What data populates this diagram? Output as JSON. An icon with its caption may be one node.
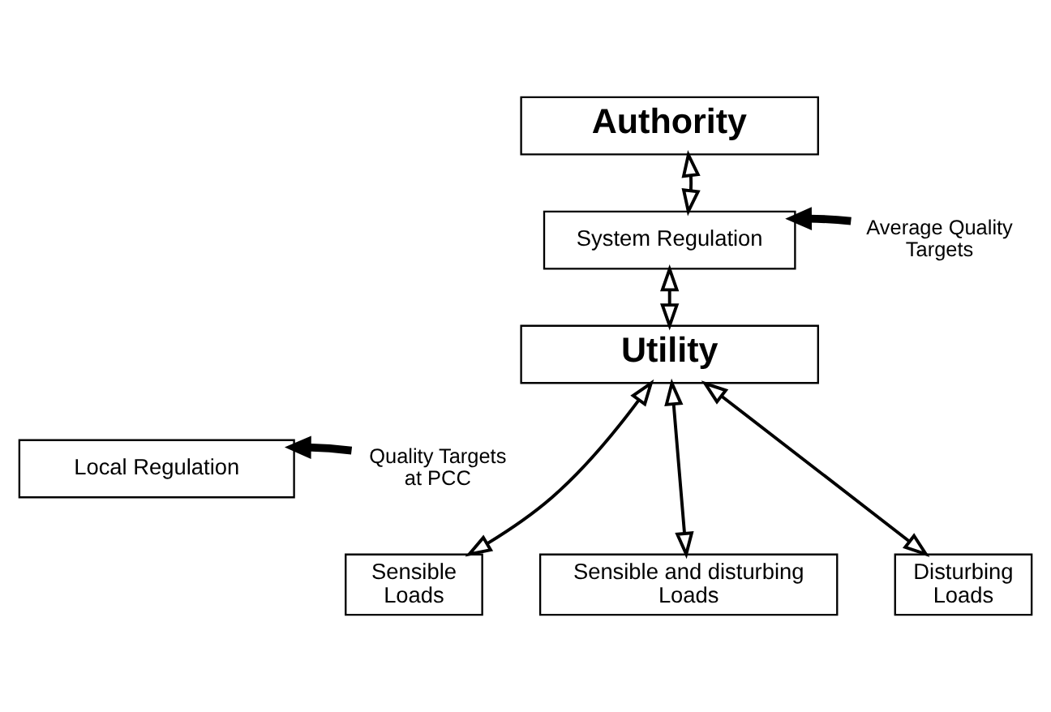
{
  "diagram": {
    "nodes": [
      {
        "text": [
          "Authority"
        ]
      },
      {
        "text": [
          "System Regulation"
        ]
      },
      {
        "text": [
          "Utility"
        ]
      },
      {
        "text": [
          "Local Regulation"
        ]
      },
      {
        "text": [
          "Sensible Loads"
        ]
      },
      {
        "text": [
          "Sensible and disturbing Loads"
        ]
      },
      {
        "text": [
          "Disturbing Loads"
        ]
      },
      {
        "text": [
          "Average Quality Targets"
        ]
      },
      {
        "text": [
          "Quality Targets at PCC"
        ]
      }
    ],
    "edges": [
      {
        "from": 1,
        "to": 0,
        "arrow": "both"
      },
      {
        "from": 1,
        "to": 2,
        "arrow": "both"
      },
      {
        "from": 2,
        "to": 4,
        "arrow": "both"
      },
      {
        "from": 2,
        "to": 5,
        "arrow": "both"
      },
      {
        "from": 2,
        "to": 6,
        "arrow": "both"
      },
      {
        "from": 7,
        "to": 1,
        "arrow": "to",
        "style": "thick"
      },
      {
        "from": 8,
        "to": 3,
        "arrow": "to",
        "style": "thick"
      }
    ]
  }
}
